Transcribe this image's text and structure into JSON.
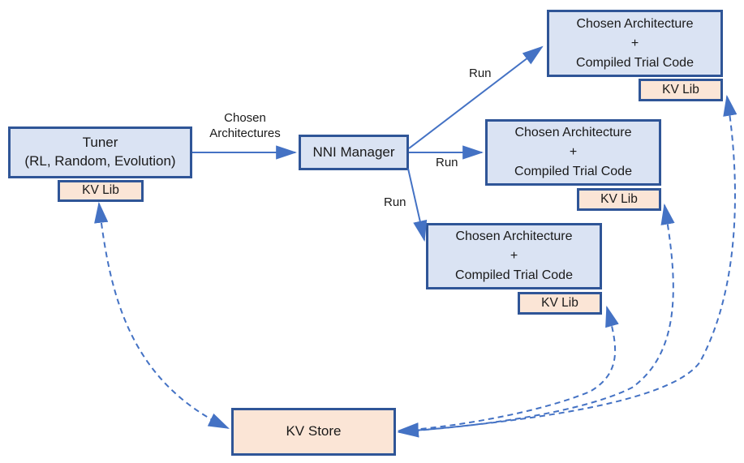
{
  "nodes": {
    "tuner": {
      "lines": [
        "Tuner",
        "(RL, Random, Evolution)"
      ]
    },
    "nni_manager": {
      "label": "NNI Manager"
    },
    "trial_box": {
      "lines": [
        "Chosen Architecture",
        "+",
        "Compiled Trial Code"
      ]
    },
    "kv_lib": {
      "label": "KV Lib"
    },
    "kv_store": {
      "label": "KV Store"
    }
  },
  "edge_labels": {
    "chosen_architectures": {
      "lines": [
        "Chosen",
        "Architectures"
      ]
    },
    "run": "Run"
  },
  "colors": {
    "box_fill_blue": "#dae3f3",
    "box_fill_peach": "#fbe5d6",
    "box_border": "#2f5597",
    "arrow": "#4472c4",
    "text": "#1a1a1a"
  }
}
